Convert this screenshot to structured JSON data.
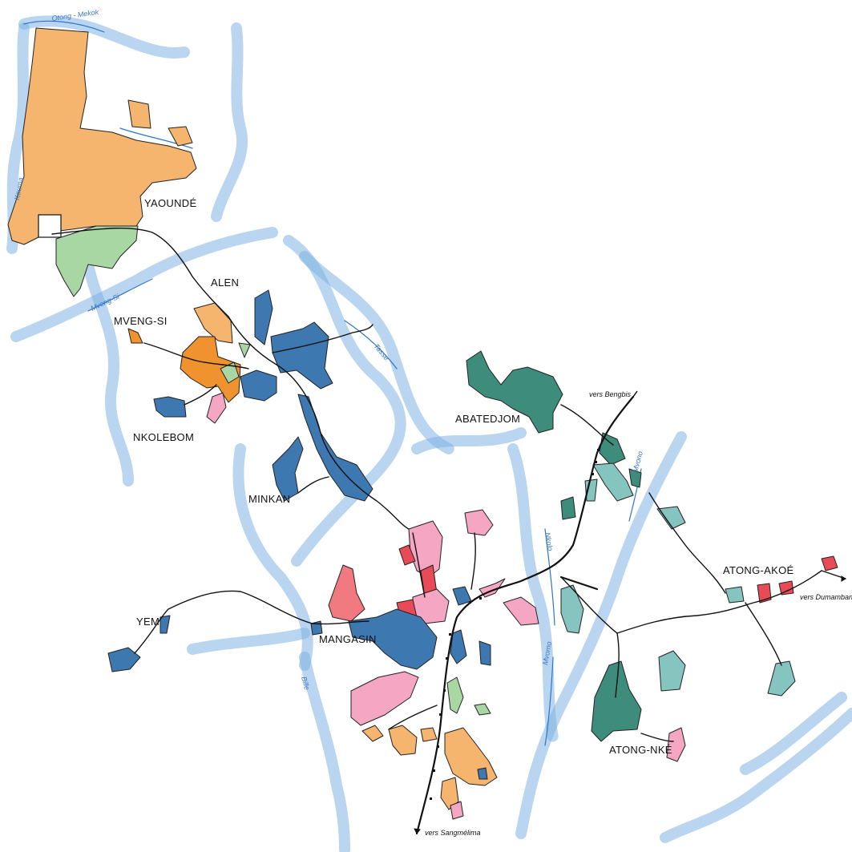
{
  "map": {
    "places": {
      "yaounde": "YAOUNDÉ",
      "alen": "ALEN",
      "mveng_si": "MVENG-SI",
      "nkolebom": "NKOLEBOM",
      "minkan": "MINKAN",
      "abatedjom": "ABATEDJOM",
      "mangasin": "MANGASIN",
      "yem": "YEM",
      "atong_akoe": "ATONG-AKOÉ",
      "atong_nke": "ATONG-NKÉ"
    },
    "directions": {
      "bengbis": "vers Bengbis",
      "dumambang": "vers Dumambang",
      "sangmelima": "vers Sangmélima"
    },
    "rivers": {
      "otong_mekok": "Otong - Mekok",
      "kouma": "Kouma",
      "mveng_si": "Mveng-Si",
      "tasse": "Tasse",
      "nkolo": "Nkolo",
      "mvono": "Mvono",
      "mvomo": "Mvomo",
      "bille": "Bille"
    },
    "colors": {
      "orange_light": "#f5b56e",
      "orange": "#f0922e",
      "green_light": "#a9d7a3",
      "blue": "#3d78b0",
      "teal_dark": "#3d8c7c",
      "teal_light": "#86c4c0",
      "pink": "#f4a6c3",
      "red": "#e84b57",
      "salmon": "#f07a7f",
      "river": "#2f74c9"
    }
  }
}
